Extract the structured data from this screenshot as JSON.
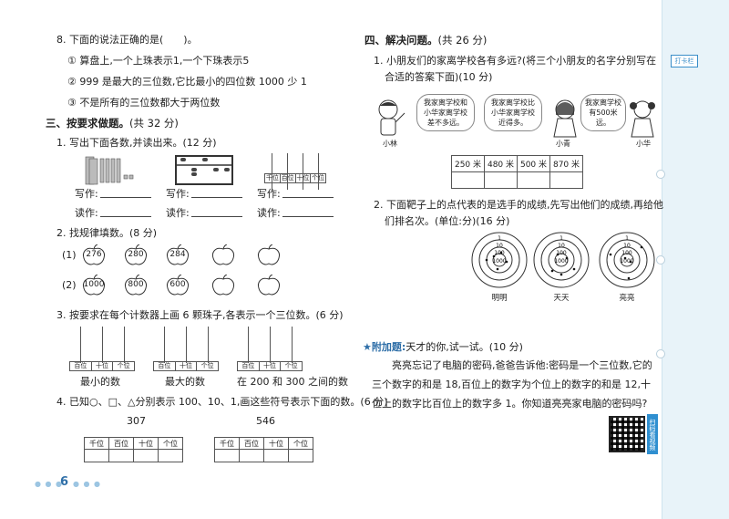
{
  "left": {
    "q8": {
      "stem": "8. 下面的说法正确的是(　　)。",
      "options": [
        "① 算盘上,一个上珠表示1,一个下珠表示5",
        "② 999 是最大的三位数,它比最小的四位数 1000 少 1",
        "③ 不是所有的三位数都大于两位数"
      ]
    },
    "section3": {
      "title": "三、按要求做题。",
      "points": "(共 32 分)"
    },
    "q1": {
      "stem": "1. 写出下面各数,并读出来。(12 分)",
      "write_label": "写作:",
      "read_label": "读作:",
      "counter_labels": [
        "千位",
        "百位",
        "十位",
        "个位"
      ]
    },
    "q2": {
      "stem": "2. 找规律填数。(8 分)",
      "row1_label": "(1)",
      "row1_values": [
        "276",
        "280",
        "284",
        "",
        ""
      ],
      "row2_label": "(2)",
      "row2_values": [
        "1000",
        "800",
        "600",
        "",
        ""
      ]
    },
    "q3": {
      "stem": "3. 按要求在每个计数器上画 6 颗珠子,各表示一个三位数。(6 分)",
      "counter_labels": [
        "百位",
        "十位",
        "个位"
      ],
      "captions": [
        "最小的数",
        "最大的数",
        "在 200 和 300 之间的数"
      ]
    },
    "q4": {
      "stem": "4. 已知○、□、△分别表示 100、10、1,画这些符号表示下面的数。(6 分)",
      "numbers": [
        "307",
        "546"
      ],
      "headers": [
        "千位",
        "百位",
        "十位",
        "个位"
      ]
    },
    "page_number": "6"
  },
  "right": {
    "section4": {
      "title": "四、解决问题。",
      "points": "(共 26 分)"
    },
    "q1": {
      "stem_line1": "1. 小朋友们的家离学校各有多远?(将三个小朋友的名字分别写在",
      "stem_line2": "合适的答案下面)(10 分)",
      "bubbles": [
        "我家离学校和小华家离学校差不多远。",
        "我家离学校比小华家离学校近得多。",
        "我家离学校有500米远。"
      ],
      "names": [
        "小林",
        "小青",
        "小华"
      ],
      "distances": [
        "250 米",
        "480 米",
        "500 米",
        "870 米"
      ]
    },
    "q2": {
      "stem_line1": "2. 下面靶子上的点代表的是选手的成绩,先写出他们的成绩,再给他",
      "stem_line2": "们排名次。(单位:分)(16 分)",
      "ring_labels": [
        "1",
        "10",
        "100",
        "1000"
      ],
      "players": [
        "明明",
        "天天",
        "亮亮"
      ]
    },
    "bonus": {
      "star": "★",
      "title": "附加题:",
      "subtitle": "天才的你,试一试。",
      "points": "(10 分)",
      "text": "亮亮忘记了电脑的密码,爸爸告诉他:密码是一个三位数,它的三个数字的和是 18,百位上的数字为个位上的数字的和是 12,十位上的数字比百位上的数字多 1。你知道亮亮家电脑的密码吗?"
    },
    "tag": "打卡栏",
    "qr_label": "扫码看视频"
  },
  "colors": {
    "accent": "#2f6fa8",
    "strip": "#e8f3f9"
  }
}
